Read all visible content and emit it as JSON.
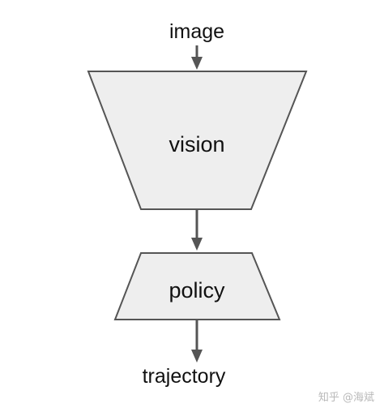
{
  "diagram": {
    "input_label": "image",
    "encoder_label": "vision",
    "policy_label": "policy",
    "output_label": "trajectory",
    "fill_color": "#eeeeee",
    "stroke_color": "#555555",
    "arrow_color": "#555555"
  },
  "watermark": {
    "text": "知乎 @海斌"
  }
}
